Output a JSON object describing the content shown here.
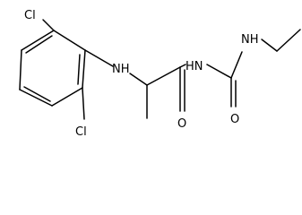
{
  "atoms": {
    "cl_top": "Cl",
    "nh_amine": "NH",
    "cl_bottom": "Cl",
    "nh_amide": "HN",
    "o_amide": "O",
    "nh_urea": "NH",
    "o_urea": "O"
  },
  "colors": {
    "bond": "#000000",
    "label": "#000000",
    "background": "#ffffff"
  }
}
